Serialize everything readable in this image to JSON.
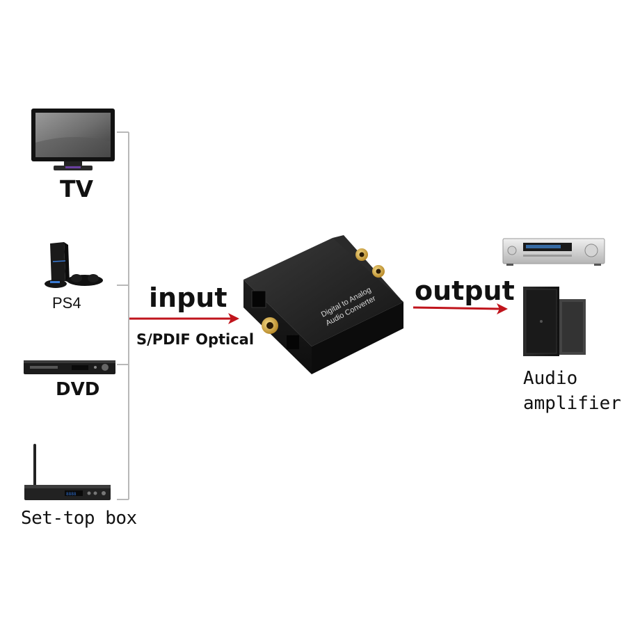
{
  "sources": [
    {
      "label": "TV",
      "icon": "tv-icon"
    },
    {
      "label": "PS4",
      "icon": "game-console-icon"
    },
    {
      "label": "DVD",
      "icon": "dvd-player-icon"
    },
    {
      "label": "Set-top box",
      "icon": "set-top-box-icon"
    }
  ],
  "input": {
    "label": "input",
    "sublabel": "S/PDIF Optical"
  },
  "converter": {
    "text_line1": "Digital to Analog",
    "text_line2": "Audio Converter",
    "icon": "converter-device-icon"
  },
  "output": {
    "label": "output"
  },
  "destination": {
    "line1": "Audio",
    "line2": "amplifier",
    "icons": [
      "av-receiver-icon",
      "speaker-icon"
    ]
  },
  "colors": {
    "arrow": "#c0141c",
    "connector_line": "#b8b8b8",
    "device_body": "#1c1c1c"
  }
}
